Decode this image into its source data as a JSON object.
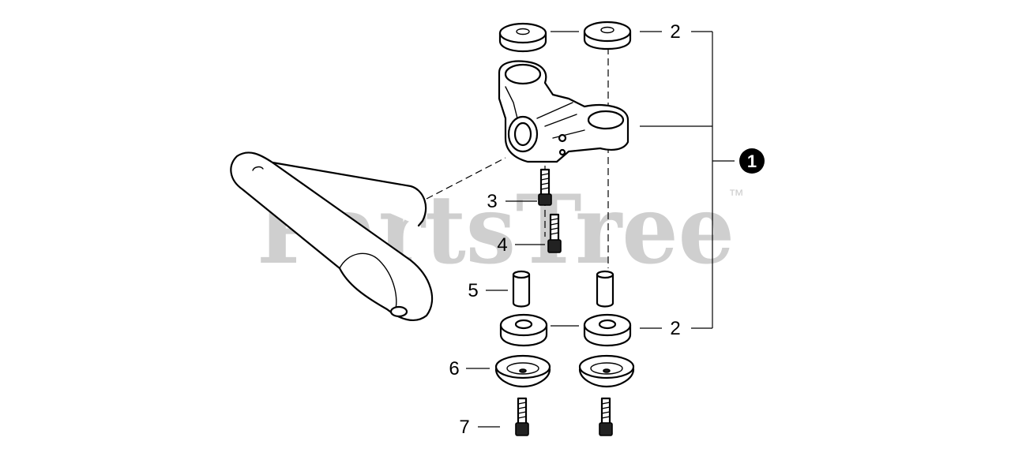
{
  "watermark": {
    "text": "PartsTree",
    "trademark": "™",
    "color": "#cfcfcf"
  },
  "callouts": {
    "assembly": "1",
    "washers_top": "2",
    "bolt_3": "3",
    "bolt_4": "4",
    "spacer": "5",
    "washers_bottom": "2",
    "cup_washer": "6",
    "bolt_7": "7"
  }
}
